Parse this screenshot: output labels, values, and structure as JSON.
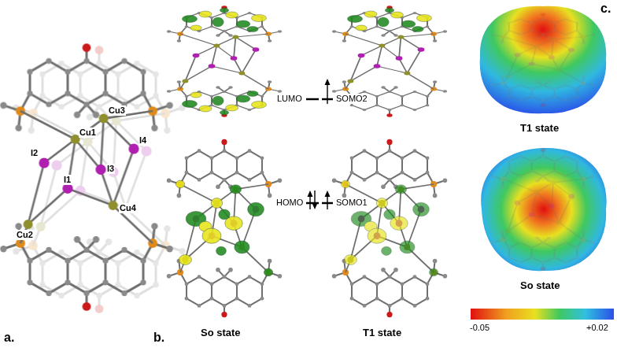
{
  "diagram": {
    "labels": [
      "a.",
      "Cu1",
      "Cu2",
      "Cu3",
      "Cu4",
      "I1",
      "I2",
      "I3",
      "I4",
      "b.",
      "LUMO",
      "SOMO2",
      "HOMO",
      "SOMO1",
      "So state",
      "T1 state",
      "c.",
      "T1 state",
      "So state",
      "-0.05",
      "+0.02"
    ]
  }
}
